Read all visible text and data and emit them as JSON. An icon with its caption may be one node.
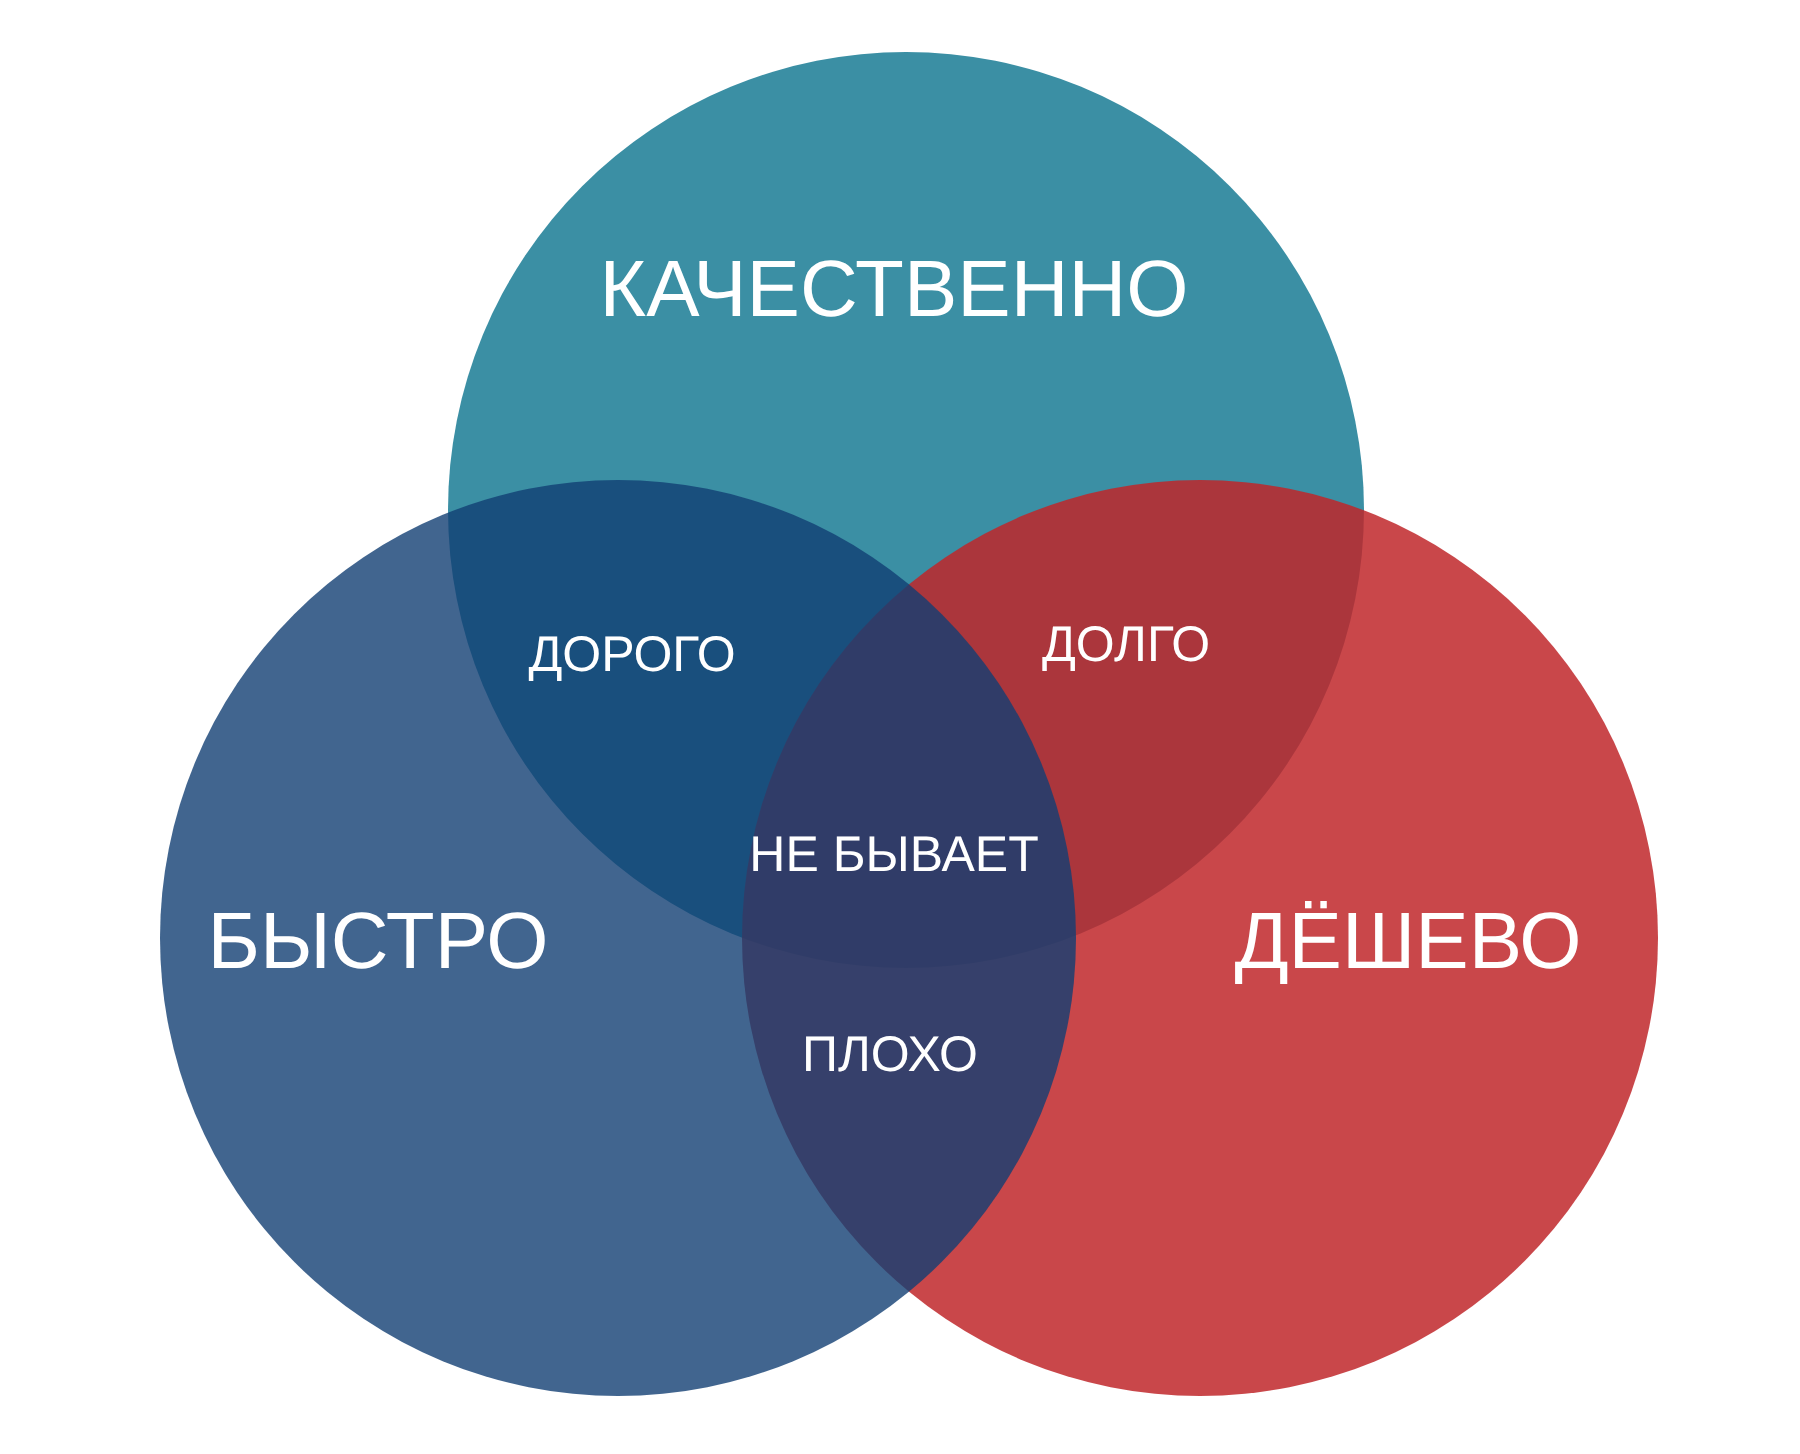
{
  "diagram": {
    "nodes": [
      {
        "text": [
          "КАЧЕСТВЕННО"
        ]
      },
      {
        "text": [
          "БЫСТРО"
        ]
      },
      {
        "text": [
          "ДЁШЕВО"
        ]
      }
    ],
    "labels": [
      "ДОРОГО",
      "ДОЛГО",
      "НЕ БЫВАЕТ",
      "ПЛОХО"
    ]
  }
}
